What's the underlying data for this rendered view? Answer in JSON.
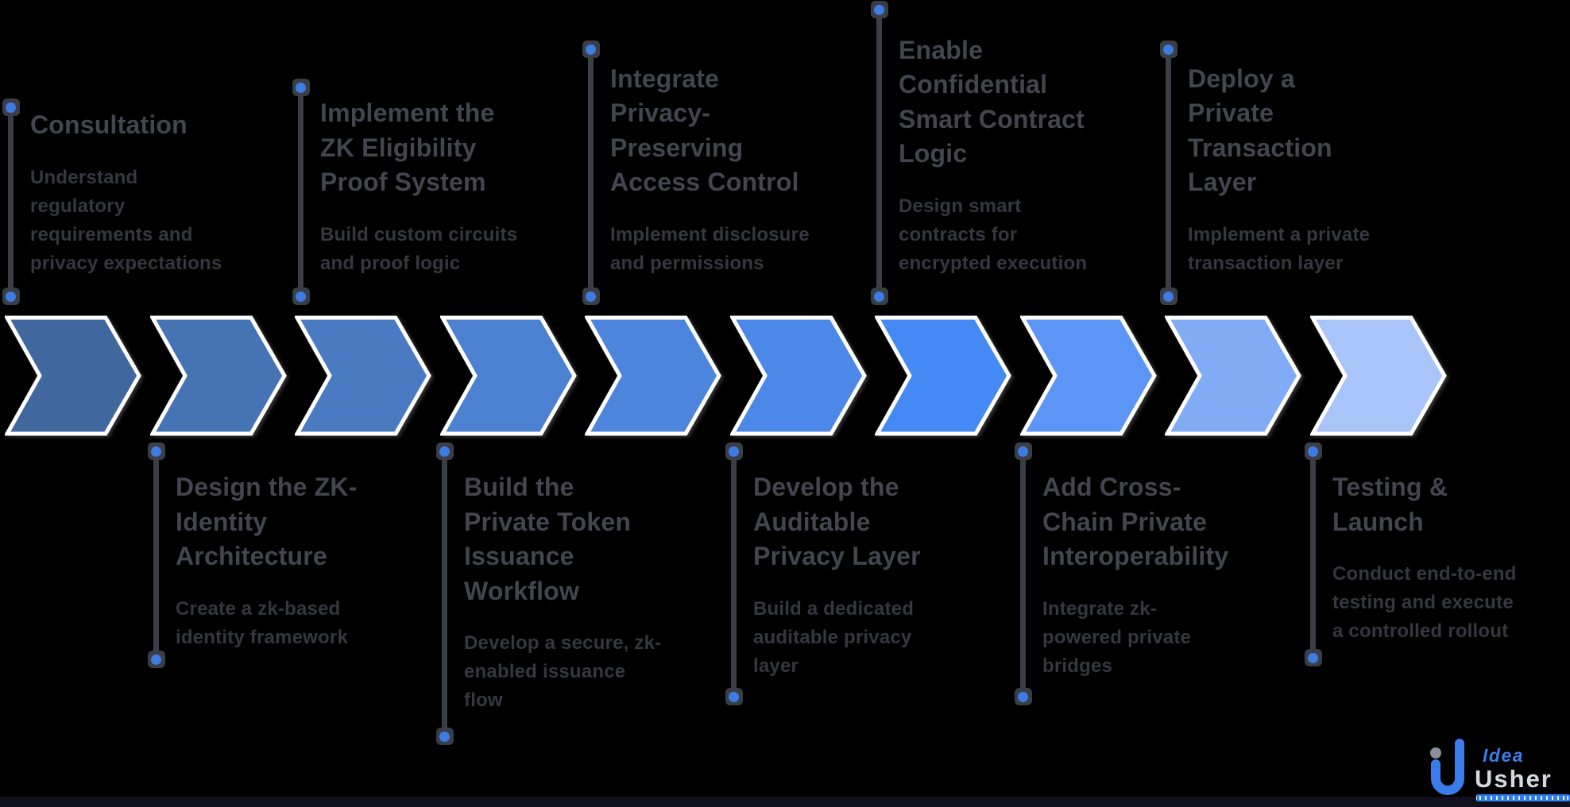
{
  "canvas": {
    "background_color": "#000000",
    "footer_bar_color": "#10111B"
  },
  "timeline": {
    "marker": {
      "line_color": "#3A3E46",
      "dot_color": "#3E7CE3",
      "cap_color": "#3A3E46"
    },
    "text_colors": {
      "title": "#42464F",
      "description": "#35383F"
    },
    "chevron_border_color": "#FFFFFF",
    "steps": [
      {
        "position": "top",
        "title": "Consultation",
        "description": "Understand\nregulatory\nrequirements and\nprivacy expectations",
        "chevron_color": "#40679E"
      },
      {
        "position": "bottom",
        "title": "Design the ZK-\nIdentity\nArchitecture",
        "description": "Create a zk-based\nidentity framework",
        "chevron_color": "#4673B4"
      },
      {
        "position": "top",
        "title": "Implement the\nZK Eligibility\nProof System",
        "description": "Build custom circuits\nand proof logic",
        "chevron_color": "#4A7BC2"
      },
      {
        "position": "bottom",
        "title": "Build the\nPrivate Token\nIssuance\nWorkflow",
        "description": "Develop a secure, zk-\nenabled issuance\nflow",
        "chevron_color": "#4B81D0"
      },
      {
        "position": "top",
        "title": "Integrate\nPrivacy-\nPreserving\nAccess Control",
        "description": "Implement disclosure\nand permissions",
        "chevron_color": "#4C85DB"
      },
      {
        "position": "bottom",
        "title": "Develop the\nAuditable\nPrivacy Layer",
        "description": "Build a dedicated\nauditable privacy\nlayer",
        "chevron_color": "#4B88E7"
      },
      {
        "position": "top",
        "title": "Enable\nConfidential\nSmart Contract\nLogic",
        "description": "Design smart\ncontracts for\nencrypted execution",
        "chevron_color": "#4489F4"
      },
      {
        "position": "bottom",
        "title": "Add Cross-\nChain Private\nInteroperability",
        "description": "Integrate zk-\npowered private\nbridges",
        "chevron_color": "#5C95F6"
      },
      {
        "position": "top",
        "title": "Deploy a\nPrivate\nTransaction\nLayer",
        "description": "Implement a private\ntransaction layer",
        "chevron_color": "#82ABF5"
      },
      {
        "position": "bottom",
        "title": "Testing &\nLaunch",
        "description": "Conduct end-to-end\ntesting and execute\na controlled rollout",
        "chevron_color": "#A9C4F8"
      }
    ]
  },
  "logo": {
    "brand_first": "Idea",
    "brand_second": "Usher",
    "glyph": "iU-monogram",
    "accent_color": "#3B7CEB",
    "secondary_text_color": "#D5D9E0",
    "tagline_bar_color": "#2F7EF0"
  }
}
